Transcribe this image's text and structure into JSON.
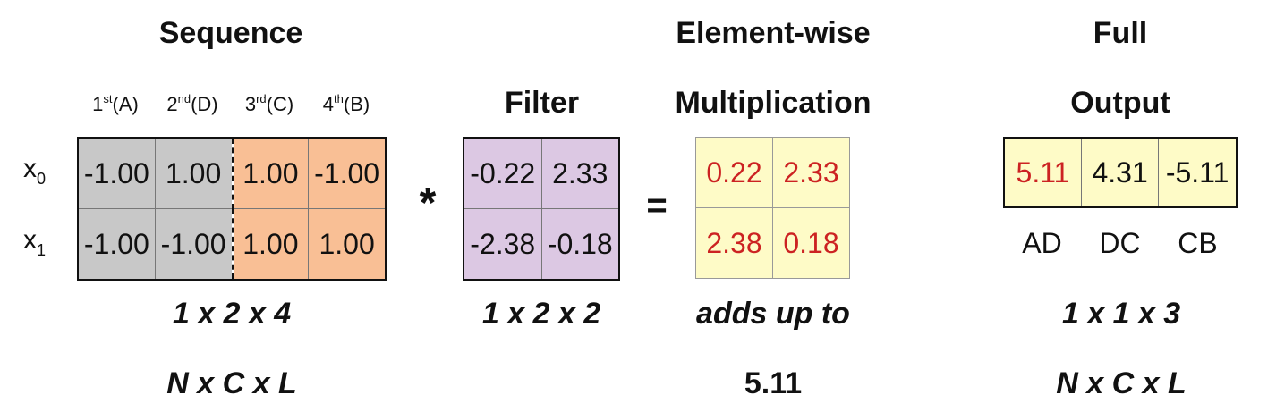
{
  "titles": {
    "sequence": "Sequence",
    "filter": "Filter",
    "elementwise_line1": "Element-wise",
    "elementwise_line2": "Multiplication",
    "full_line1": "Full",
    "full_line2": "Output"
  },
  "sequence": {
    "col_headers": [
      {
        "num": "1",
        "sup": "st",
        "letter": "(A)"
      },
      {
        "num": "2",
        "sup": "nd",
        "letter": "(D)"
      },
      {
        "num": "3",
        "sup": "rd",
        "letter": "(C)"
      },
      {
        "num": "4",
        "sup": "th",
        "letter": "(B)"
      }
    ],
    "row_labels": [
      {
        "base": "x",
        "sub": "0"
      },
      {
        "base": "x",
        "sub": "1"
      }
    ],
    "rows": [
      [
        "-1.00",
        "1.00",
        "1.00",
        "-1.00"
      ],
      [
        "-1.00",
        "-1.00",
        "1.00",
        "1.00"
      ]
    ],
    "dims": "1 x 2 x 4",
    "shape": "N x C x L",
    "colors": {
      "window": "#c8c8c8",
      "rest": "#f9bf95"
    }
  },
  "operators": {
    "convolve": "*",
    "equals": "="
  },
  "filter": {
    "rows": [
      [
        "-0.22",
        "2.33"
      ],
      [
        "-2.38",
        "-0.18"
      ]
    ],
    "dims": "1 x 2 x 2",
    "color": "#dcc8e3"
  },
  "product": {
    "rows": [
      [
        "0.22",
        "2.33"
      ],
      [
        "2.38",
        "0.18"
      ]
    ],
    "caption": "adds up to",
    "sum": "5.11",
    "color": "#fefbc7",
    "text_color": "#cc2222"
  },
  "output": {
    "values": [
      "5.11",
      "4.31",
      "-5.11"
    ],
    "labels": [
      "AD",
      "DC",
      "CB"
    ],
    "dims": "1 x 1 x 3",
    "shape": "N x C x L"
  }
}
